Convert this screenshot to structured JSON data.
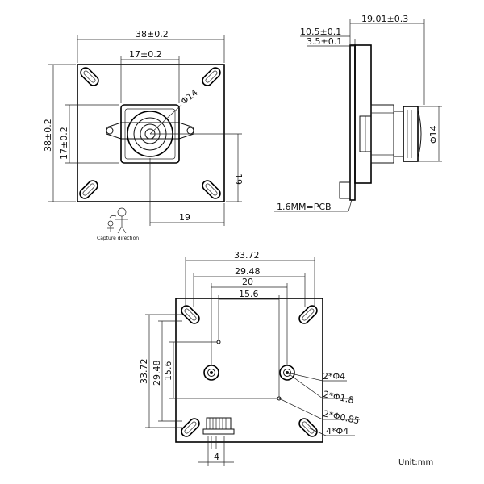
{
  "front_view": {
    "width_label": "38±0.2",
    "height_label": "38±0.2",
    "lens_width_label": "17±0.2",
    "lens_height_label": "17±0.2",
    "lens_dia_label": "Φ14",
    "offset_v_label": "19",
    "offset_h_label": "19",
    "capture_label": "Capture direction"
  },
  "side_view": {
    "total_label": "19.01±0.3",
    "mid_label": "10.5±0.1",
    "inner_label": "3.5±0.1",
    "lens_dia_label": "Φ14",
    "pcb_label": "1.6MM=PCB"
  },
  "back_view": {
    "d1_label": "33.72",
    "d2_label": "29.48",
    "d3_label": "20",
    "d4_label": "15.6",
    "v1_label": "33.72",
    "v2_label": "29.48",
    "v3_label": "15.6",
    "hole_a_label": "2*Φ4",
    "hole_b_label": "2*Φ1.8",
    "hole_c_label": "2*Φ0.85",
    "hole_d_label": "4*Φ4",
    "bottom_label": "4"
  },
  "unit_label": "Unit:mm"
}
